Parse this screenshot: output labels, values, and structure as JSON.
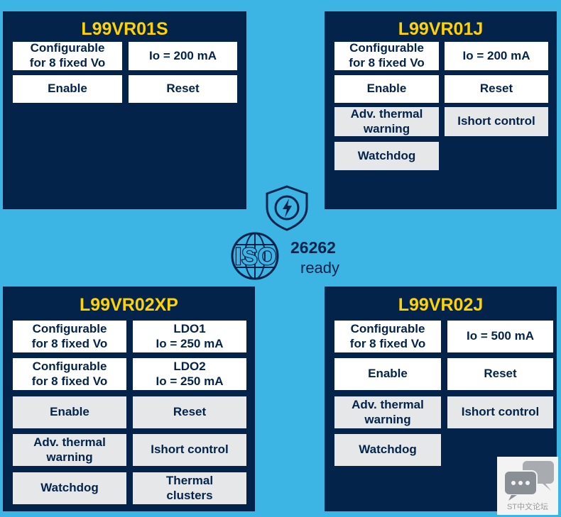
{
  "panels": {
    "l99vr01s": {
      "title": "L99VR01S",
      "cells": [
        "Configurable\nfor 8 fixed Vo",
        "Io = 200 mA",
        "Enable",
        "Reset"
      ]
    },
    "l99vr01j": {
      "title": "L99VR01J",
      "cells": [
        "Configurable\nfor 8 fixed Vo",
        "Io = 200 mA",
        "Enable",
        "Reset",
        "Adv. thermal\nwarning",
        "Ishort control",
        "Watchdog"
      ]
    },
    "l99vr02xp": {
      "title": "L99VR02XP",
      "cells": [
        "Configurable\nfor 8 fixed Vo",
        "LDO1\nIo = 250 mA",
        "Configurable\nfor 8 fixed Vo",
        "LDO2\nIo = 250 mA",
        "Enable",
        "Reset",
        "Adv. thermal\nwarning",
        "Ishort control",
        "Watchdog",
        "Thermal\nclusters"
      ]
    },
    "l99vr02j": {
      "title": "L99VR02J",
      "cells": [
        "Configurable\nfor 8 fixed Vo",
        "Io = 500 mA",
        "Enable",
        "Reset",
        "Adv. thermal\nwarning",
        "Ishort control",
        "Watchdog"
      ]
    }
  },
  "center": {
    "iso_text": "ISO",
    "standard_number": "26262",
    "ready_text": "ready",
    "icons": [
      "shield-bolt-icon",
      "iso-globe-icon"
    ]
  },
  "watermark": {
    "text": "ST中文论坛",
    "icon": "chat-bubbles-icon"
  },
  "colors": {
    "background": "#3cb4e4",
    "panel": "#03234b",
    "title": "#ffd200",
    "cell_white": "#ffffff",
    "cell_gray": "#e6e7e8"
  }
}
